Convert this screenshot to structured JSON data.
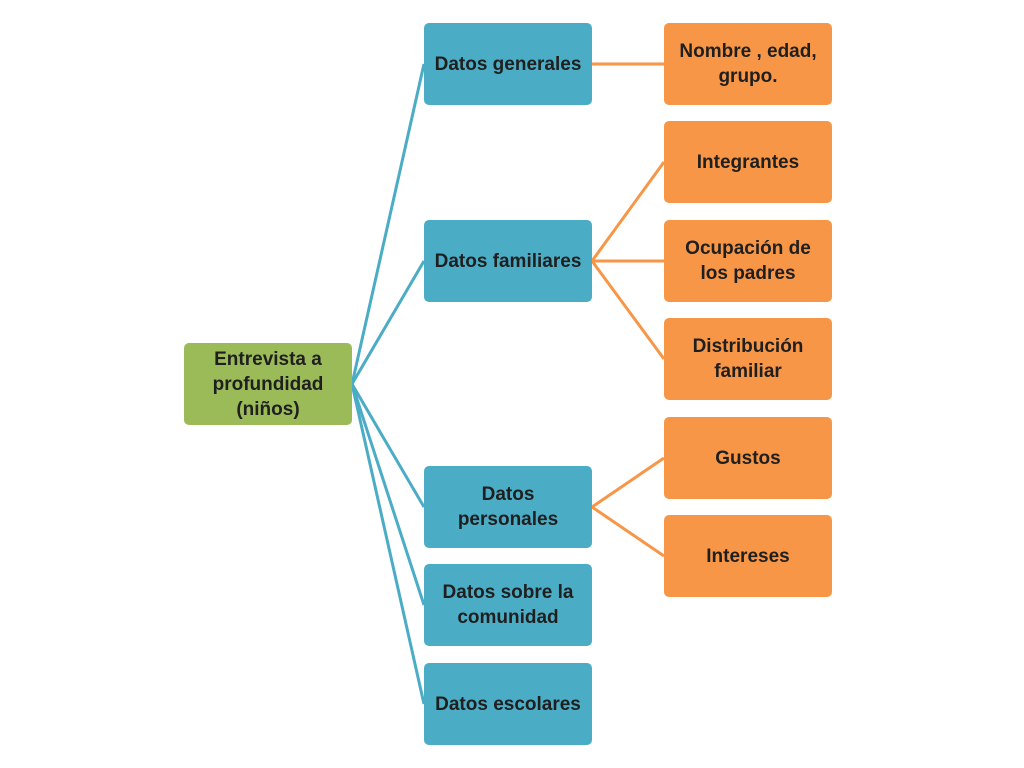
{
  "diagram": {
    "root": {
      "label": "Entrevista a profundidad (niños)"
    },
    "categories": [
      {
        "label": "Datos generales",
        "items": [
          "Nombre , edad, grupo."
        ]
      },
      {
        "label": "Datos familiares",
        "items": [
          "Integrantes",
          "Ocupación de los padres",
          "Distribución familiar"
        ]
      },
      {
        "label": "Datos personales",
        "items": [
          "Gustos",
          "Intereses"
        ]
      },
      {
        "label": "Datos sobre la comunidad",
        "items": []
      },
      {
        "label": "Datos escolares",
        "items": []
      }
    ],
    "colors": {
      "root": "#9bbb59",
      "category": "#4bacc6",
      "item": "#f79646"
    }
  }
}
